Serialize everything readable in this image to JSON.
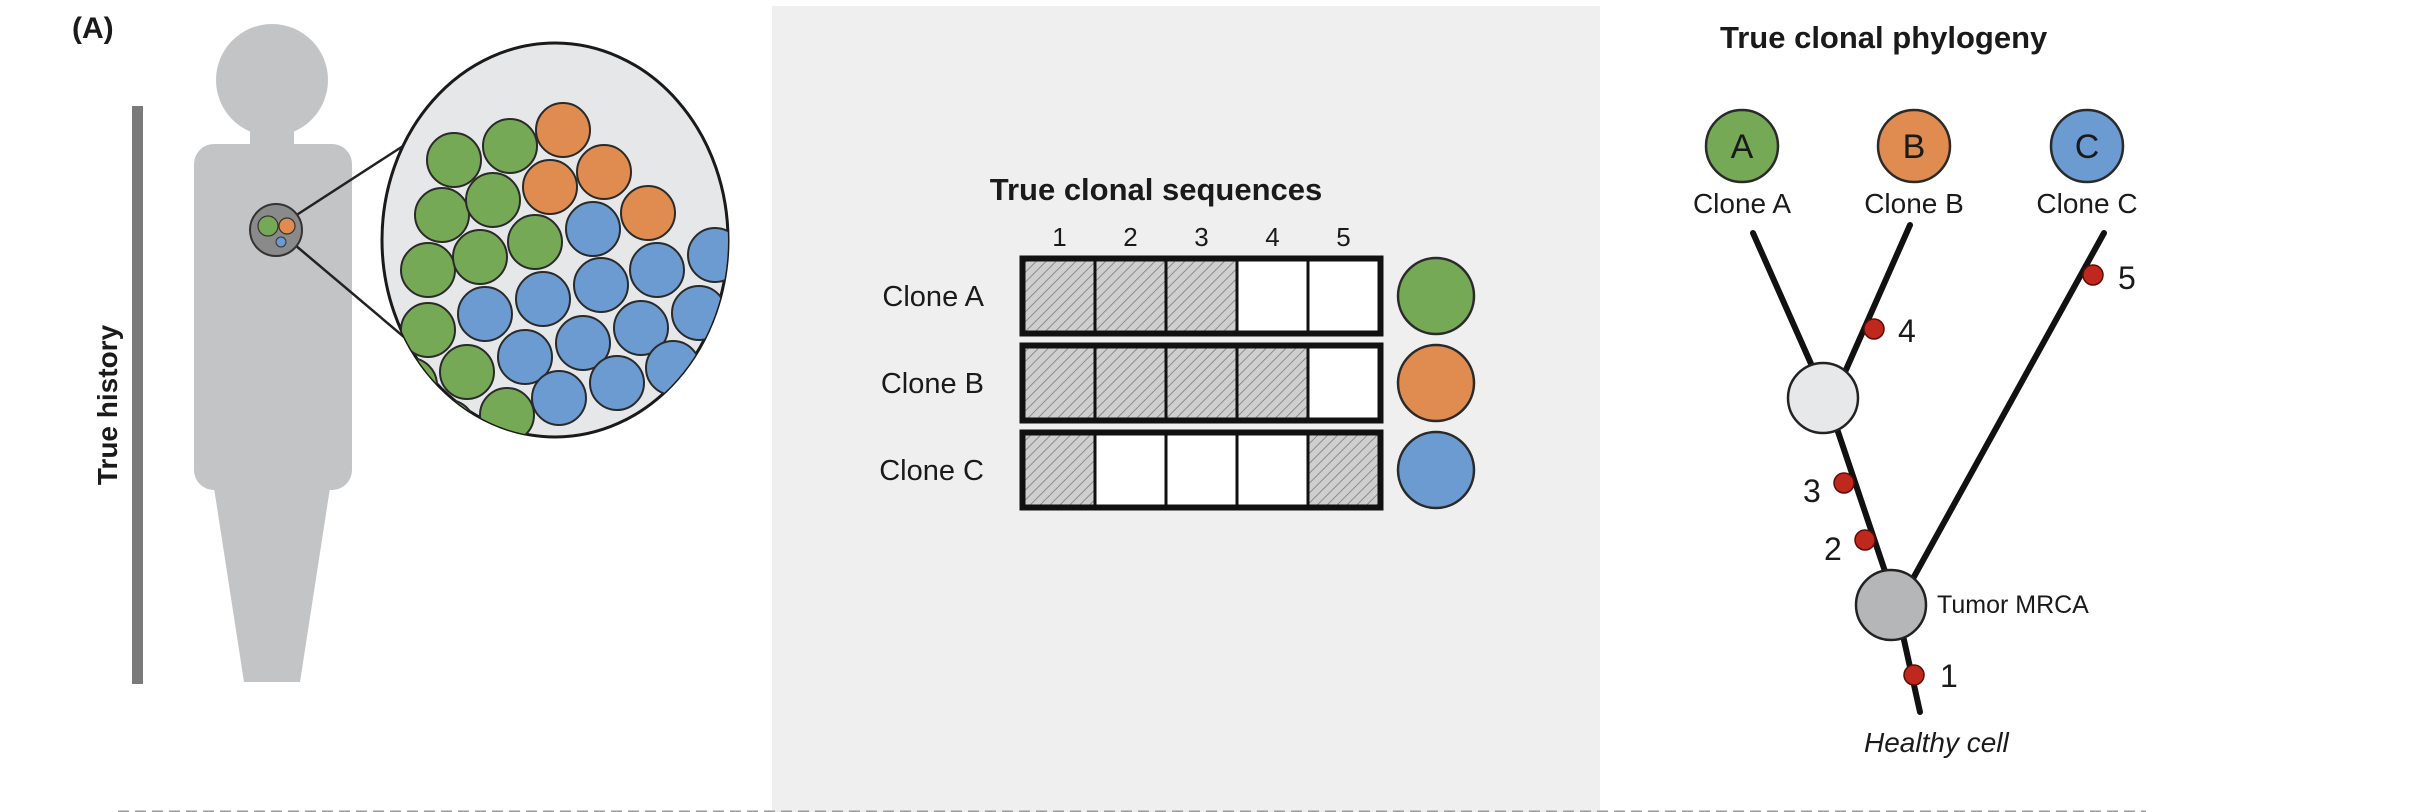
{
  "panel_label": "(A)",
  "left_panel": {
    "axis_label": "True history"
  },
  "middle_panel": {
    "title": "True clonal sequences",
    "positions": [
      "1",
      "2",
      "3",
      "4",
      "5"
    ],
    "clones": [
      {
        "label": "Clone A",
        "mutated": [
          true,
          true,
          true,
          false,
          false
        ],
        "color": "#76a956"
      },
      {
        "label": "Clone B",
        "mutated": [
          true,
          true,
          true,
          true,
          false
        ],
        "color": "#e08b4f"
      },
      {
        "label": "Clone C",
        "mutated": [
          true,
          false,
          false,
          false,
          true
        ],
        "color": "#6b9bd1"
      }
    ]
  },
  "right_panel": {
    "title": "True clonal phylogeny",
    "leaves": [
      {
        "letter": "A",
        "label": "Clone A",
        "color": "#76a956"
      },
      {
        "letter": "B",
        "label": "Clone B",
        "color": "#e08b4f"
      },
      {
        "letter": "C",
        "label": "Clone C",
        "color": "#6b9bd1"
      }
    ],
    "mutation_labels": [
      "1",
      "2",
      "3",
      "4",
      "5"
    ],
    "mrca_label": "Tumor MRCA",
    "root_label": "Healthy cell"
  },
  "colors": {
    "green": "#76a956",
    "orange": "#e08b4f",
    "blue": "#6b9bd1",
    "mutation": "#c0281e",
    "silhouette": "#c3c4c6",
    "middle_bg": "#efefef"
  }
}
